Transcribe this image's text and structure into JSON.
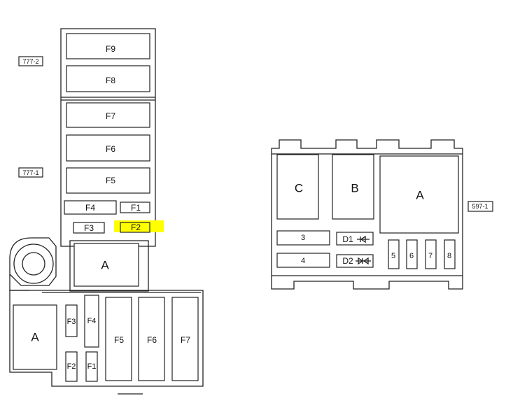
{
  "connectors": {
    "c777_2": "777-2",
    "c777_1": "777-1",
    "c597_1": "597-1"
  },
  "upper_box": {
    "f9": "F9",
    "f8": "F8",
    "f7": "F7",
    "f6": "F6",
    "f5": "F5",
    "f4": "F4",
    "f1": "F1",
    "f3": "F3",
    "f2": "F2",
    "a": "A"
  },
  "lower_box": {
    "a": "A",
    "f3": "F3",
    "f4": "F4",
    "f2": "F2",
    "f1": "F1",
    "f5": "F5",
    "f6": "F6",
    "f7": "F7"
  },
  "relay_box": {
    "c": "C",
    "b": "B",
    "a": "A",
    "r3": "3",
    "r4": "4",
    "d1": "D1",
    "d2": "D2",
    "r5": "5",
    "r6": "6",
    "r7": "7",
    "r8": "8"
  },
  "colors": {
    "highlight": "#ffff00",
    "line": "#222222"
  }
}
